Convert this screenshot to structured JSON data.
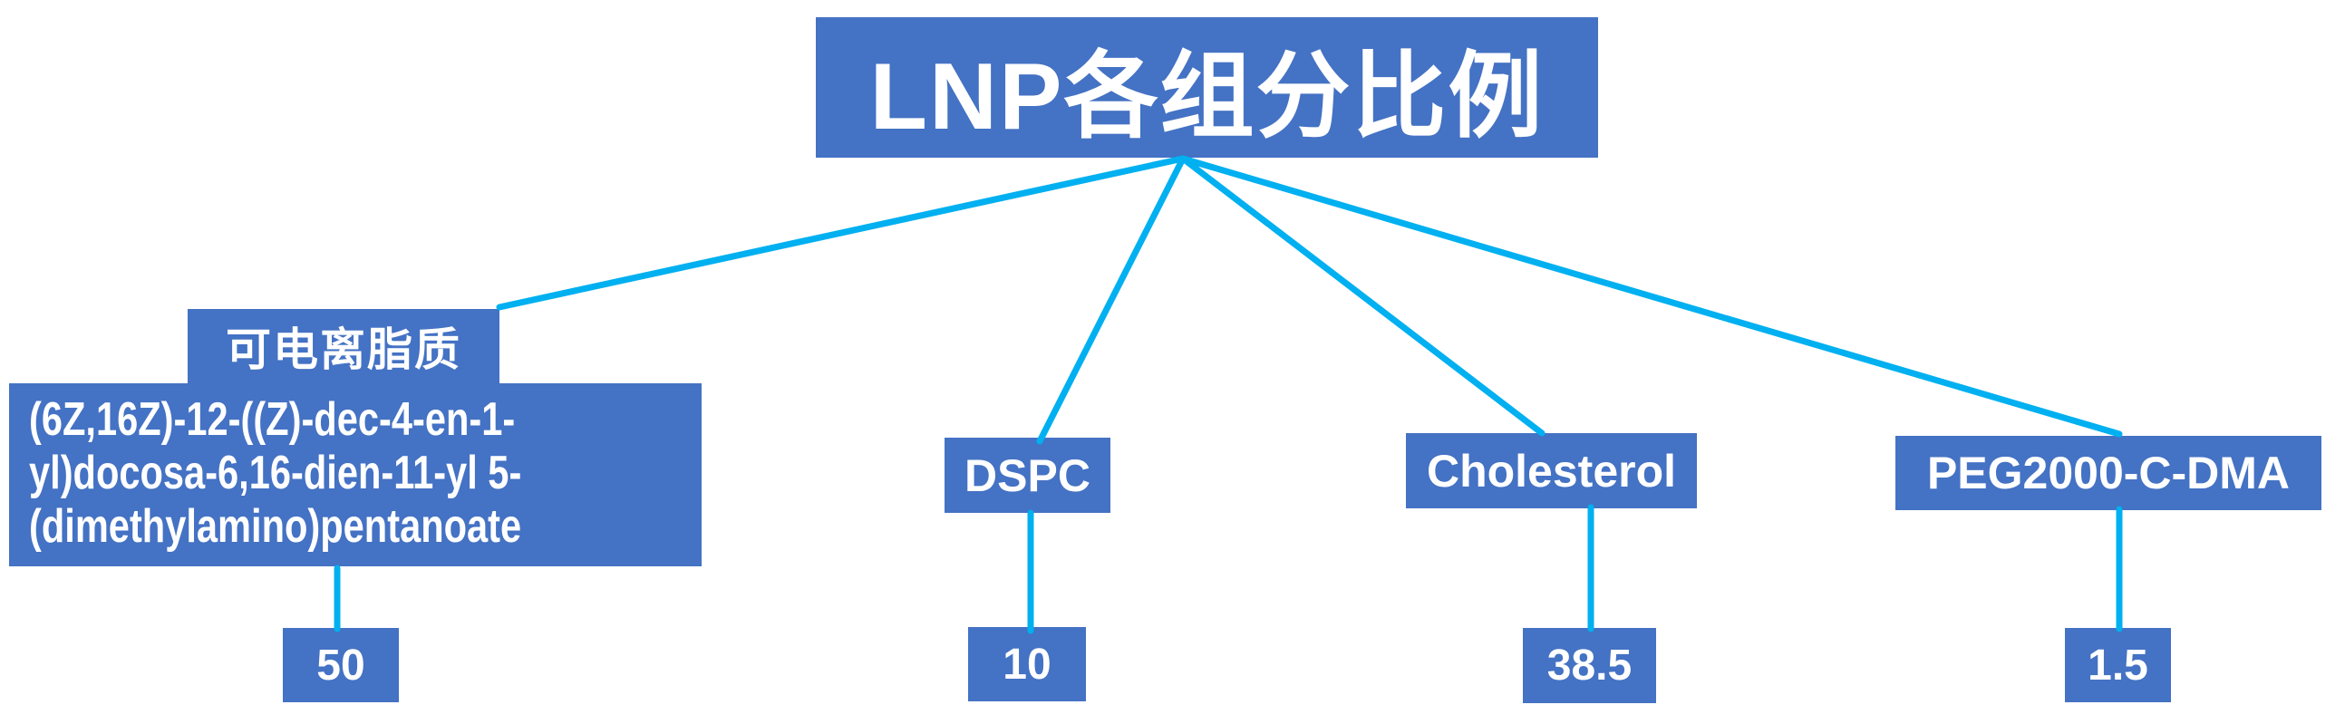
{
  "diagram": {
    "title": "LNP各组分比例",
    "components": [
      {
        "name_zh": "可电离脂质",
        "chemical_name_lines": [
          "(6Z,16Z)-12-((Z)-dec-4-en-1-",
          "yl)docosa-6,16-dien-11-yl 5-",
          "(dimethylamino)pentanoate"
        ],
        "value": "50"
      },
      {
        "label": "DSPC",
        "value": "10"
      },
      {
        "label": "Cholesterol",
        "value": "38.5"
      },
      {
        "label": "PEG2000-C-DMA",
        "value": "1.5"
      }
    ]
  },
  "colors": {
    "node_fill": "#4472c4",
    "connector": "#00b0f0",
    "text": "#ffffff",
    "background": "#ffffff"
  }
}
